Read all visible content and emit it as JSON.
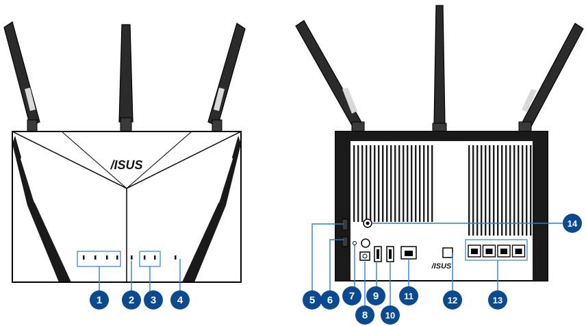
{
  "brand": {
    "logo_front": "/ISUS",
    "logo_back": "/ISUS"
  },
  "callouts": [
    {
      "num": "1"
    },
    {
      "num": "2"
    },
    {
      "num": "3"
    },
    {
      "num": "4"
    },
    {
      "num": "5"
    },
    {
      "num": "6"
    },
    {
      "num": "7"
    },
    {
      "num": "8"
    },
    {
      "num": "9"
    },
    {
      "num": "10"
    },
    {
      "num": "11"
    },
    {
      "num": "12"
    },
    {
      "num": "13"
    },
    {
      "num": "14"
    }
  ],
  "colors": {
    "callout_fill": "#0b4a8f",
    "leader_line": "#2a7fd4",
    "router_body": "#1a1a1a",
    "edge": "#000000",
    "antenna": "#2b2b2b",
    "antenna_accent": "#d9d9d9",
    "port_highlight": "#2a7fd4"
  },
  "icons": {
    "front_leds": [
      "lan-led-icon",
      "lan-led-icon",
      "lan-led-icon",
      "lan-led-icon",
      "wan-led-icon",
      "wifi-2g-led-icon",
      "wifi-5g-led-icon",
      "power-led-icon"
    ],
    "rear": [
      "wps-button-icon",
      "reset-button-icon",
      "power-button-icon",
      "dc-in-icon",
      "usb3-port-icon",
      "usb2-port-icon",
      "wan-port-icon",
      "lan-port-icon",
      "power-switch-icon"
    ]
  }
}
